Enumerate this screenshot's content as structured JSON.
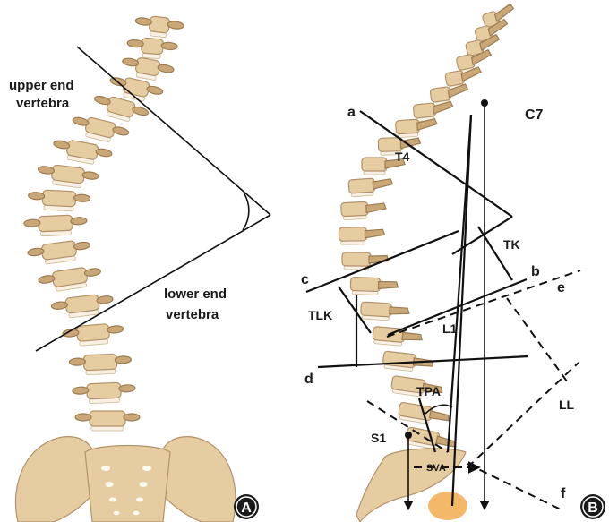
{
  "panel_a": {
    "badge": "A",
    "upper_label_line1": "upper end",
    "upper_label_line2": "vertebra",
    "lower_label_line1": "lower end",
    "lower_label_line2": "vertebra"
  },
  "panel_b": {
    "badge": "B",
    "labels": {
      "c7": "C7",
      "t4": "T4",
      "tk": "TK",
      "tlk": "TLK",
      "l1": "L1",
      "tpa": "TPA",
      "s1": "S1",
      "sva": "SVA",
      "ll": "LL",
      "a": "a",
      "b": "b",
      "c": "c",
      "d": "d",
      "e": "e",
      "f": "f"
    }
  },
  "colors": {
    "bone": "#e6cda1",
    "bone_shadow": "#c9a777",
    "line": "#111111",
    "femoral_head": "#f3b969",
    "badge_fill": "#1a1a1a"
  }
}
